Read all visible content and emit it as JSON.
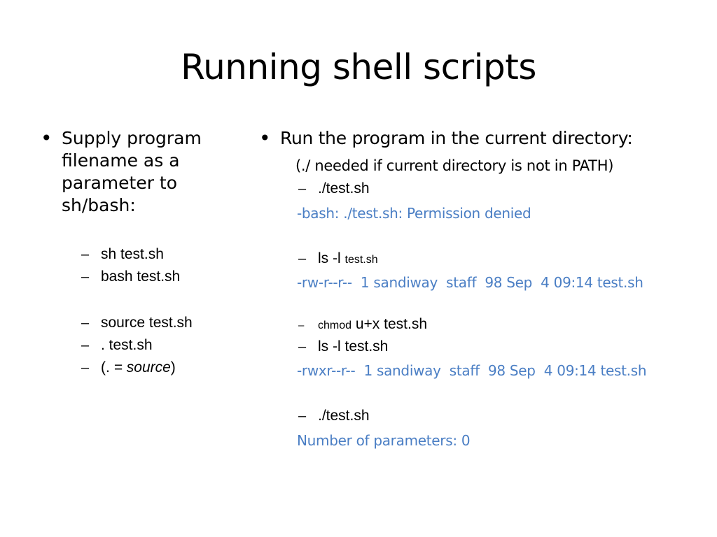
{
  "title": "Running shell scripts",
  "left": {
    "bullet": "Supply program filename as a parameter to sh/bash:",
    "items": [
      "sh test.sh",
      "bash test.sh",
      "source test.sh",
      ". test.sh"
    ],
    "equiv_open": "(.",
    "equiv_eq": " = ",
    "equiv_word": "source",
    "equiv_close": ")"
  },
  "right": {
    "bullet": "Run the program in the current directory:",
    "note": "(./ needed if current directory is not in PATH)",
    "cmd1": "./test.sh",
    "out1": "-bash: ./test.sh: Permission denied",
    "cmd2_main": "ls -l ",
    "cmd2_file": "test.sh",
    "out2": "-rw-r--r--  1 sandiway  staff  98 Sep  4 09:14 test.sh",
    "cmd3_cmd": "chmod",
    "cmd3_rest": " u+x test.sh",
    "cmd4": "ls -l test.sh",
    "out4": "-rwxr--r--  1 sandiway  staff  98 Sep  4 09:14 test.sh",
    "cmd5": "./test.sh",
    "out5": "Number of parameters: 0"
  },
  "colors": {
    "output": "#4a7ec4",
    "text": "#000000"
  }
}
